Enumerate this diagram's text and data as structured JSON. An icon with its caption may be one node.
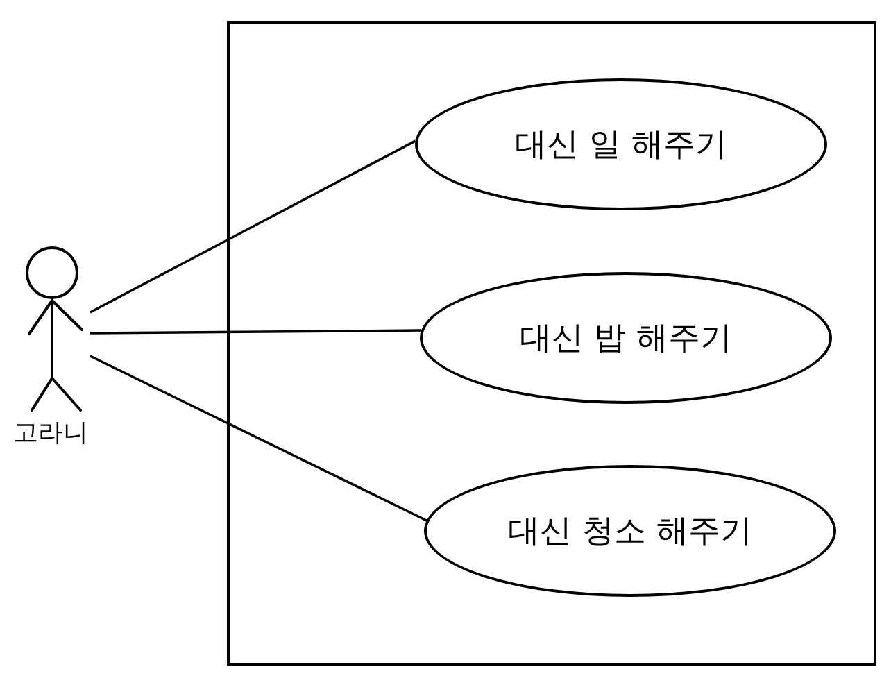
{
  "diagram": {
    "nodes": [
      {
        "text": [
          "고라니"
        ]
      },
      {
        "text": [],
        "shape": "box"
      },
      {
        "text": [
          "대신 일 해주기"
        ],
        "in": 1
      },
      {
        "text": [
          "대신 밥 해주기"
        ],
        "in": 1
      },
      {
        "text": [
          "대신 청소 해주기"
        ],
        "in": 1
      }
    ],
    "edges": [
      {
        "from": 0,
        "to": 2,
        "arrow": "none"
      },
      {
        "from": 0,
        "to": 3,
        "arrow": "none"
      },
      {
        "from": 0,
        "to": 4,
        "arrow": "none"
      }
    ]
  }
}
